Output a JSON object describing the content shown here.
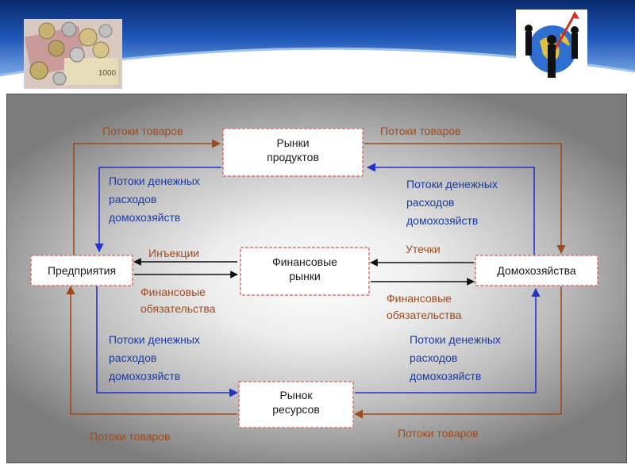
{
  "diagram": {
    "nodes": {
      "product_markets": [
        "Рынки",
        "продуктов"
      ],
      "enterprises": [
        "Предприятия"
      ],
      "financial_markets": [
        "Финансовые",
        "рынки"
      ],
      "households": [
        "Домохозяйства"
      ],
      "resource_market": [
        "Рынок",
        "ресурсов"
      ]
    },
    "labels": {
      "goods_top_left": [
        "Потоки товаров"
      ],
      "goods_top_right": [
        "Потоки товаров"
      ],
      "money_top_left": [
        "Потоки денежных",
        "расходов",
        "домохозяйств"
      ],
      "money_top_right": [
        "Потоки денежных",
        "расходов",
        "домохозяйств"
      ],
      "injections": [
        "Инъекции"
      ],
      "leakages": [
        "Утечки"
      ],
      "obligations_left": [
        "Финансовые",
        "обязательства"
      ],
      "obligations_right": [
        "Финансовые",
        "обязательства"
      ],
      "money_bottom_left": [
        "Потоки денежных",
        "расходов",
        "домохозяйств"
      ],
      "money_bottom_right": [
        "Потоки денежных",
        "расходов",
        "домохозяйств"
      ],
      "goods_bottom_left": [
        "Потоки товаров"
      ],
      "goods_bottom_right": [
        "Потоки товаров"
      ]
    },
    "colors": {
      "goods_flow": "#a04a1c",
      "money_flow": "#2233cc",
      "financial_flow": "#111111",
      "node_border": "#d87474"
    }
  },
  "header": {
    "left_image": "coins-banknotes-image",
    "right_image": "businessmen-globe-image"
  }
}
